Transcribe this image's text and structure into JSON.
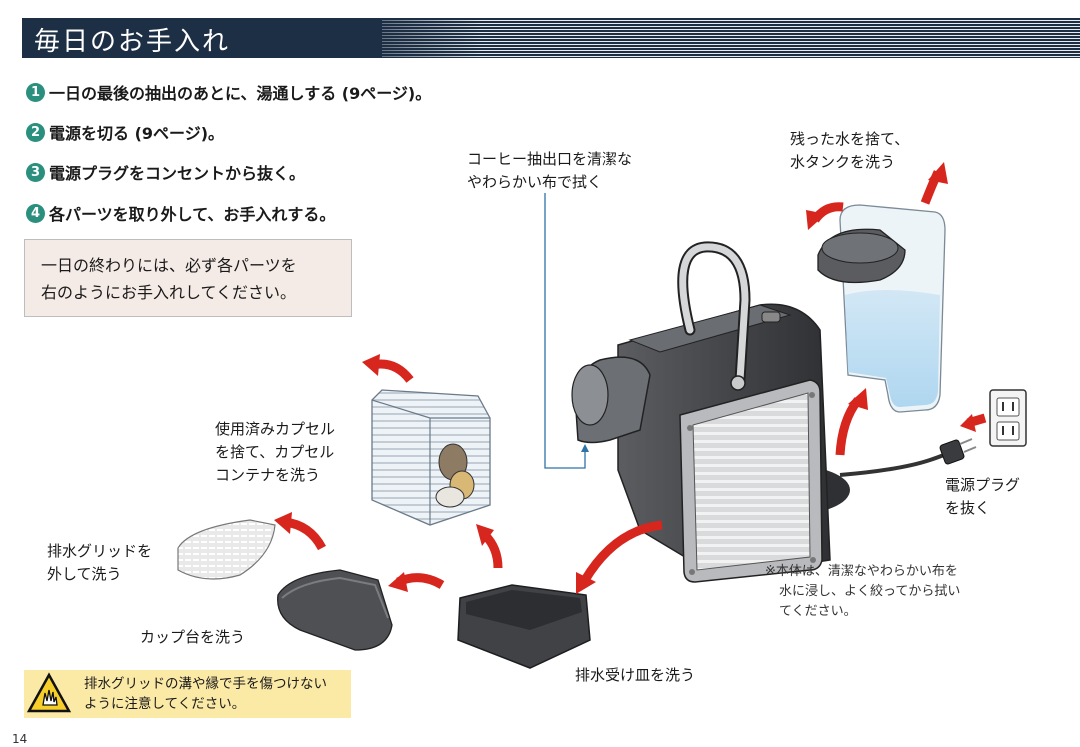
{
  "header": {
    "title": "毎日のお手入れ"
  },
  "steps": [
    {
      "num": "1",
      "text": "一日の最後の抽出のあとに、湯通しする (9ページ)。"
    },
    {
      "num": "2",
      "text": "電源を切る (9ページ)。"
    },
    {
      "num": "3",
      "text": "電源プラグをコンセントから抜く。"
    },
    {
      "num": "4",
      "text": "各パーツを取り外して、お手入れする。"
    }
  ],
  "note": {
    "line1": "一日の終わりには、必ず各パーツを",
    "line2": "右のようにお手入れしてください。"
  },
  "labels": {
    "outlet": {
      "line1": "コーヒー抽出口を清潔な",
      "line2": "やわらかい布で拭く"
    },
    "tank": {
      "line1": "残った水を捨て、",
      "line2": "水タンクを洗う"
    },
    "capsule": {
      "line1": "使用済みカプセル",
      "line2": "を捨て、カプセル",
      "line3": "コンテナを洗う"
    },
    "grid": {
      "line1": "排水グリッドを",
      "line2": "外して洗う"
    },
    "cup": "カップ台を洗う",
    "tray": "排水受け皿を洗う",
    "plug": {
      "line1": "電源プラグ",
      "line2": "を抜く"
    },
    "body": {
      "line1": "※本体は、清潔なやわらかい布を",
      "line2": "水に浸し、よく絞ってから拭い",
      "line3": "てください。"
    }
  },
  "warning": {
    "line1": "排水グリッドの溝や縁で手を傷つけない",
    "line2": "ように注意してください。"
  },
  "page_number": "14",
  "colors": {
    "header": "#1d2f45",
    "step_badge": "#2a8f7f",
    "arrow_red": "#d7261e",
    "note_bg": "#f5ebe6",
    "warn_bg": "#fbe9a6"
  }
}
